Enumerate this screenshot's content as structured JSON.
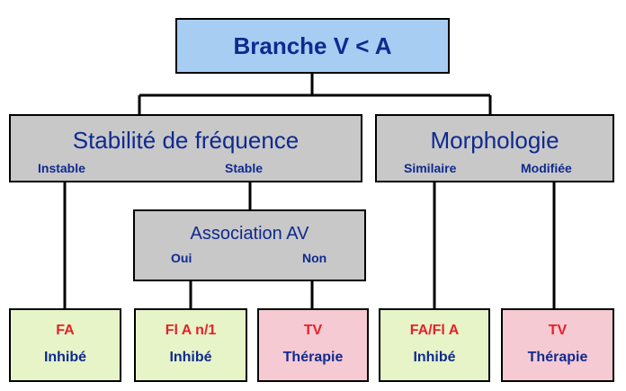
{
  "root": {
    "title": "Branche V < A"
  },
  "frequency": {
    "title": "Stabilité de fréquence",
    "left_label": "Instable",
    "right_label": "Stable"
  },
  "morphology": {
    "title": "Morphologie",
    "left_label": "Similaire",
    "right_label": "Modifiée"
  },
  "association": {
    "title": "Association AV",
    "left_label": "Oui",
    "right_label": "Non"
  },
  "leaves": [
    {
      "top": "FA",
      "bottom": "Inhibé"
    },
    {
      "top": "Fl A n/1",
      "bottom": "Inhibé"
    },
    {
      "top": "TV",
      "bottom": "Thérapie"
    },
    {
      "top": "FA/Fl A",
      "bottom": "Inhibé"
    },
    {
      "top": "TV",
      "bottom": "Thérapie"
    }
  ],
  "colors": {
    "root_fill": "#a8cdf3",
    "node_fill": "#c8c8c8",
    "inhibit_fill": "#e6f4c8",
    "therapy_fill": "#f6cad2",
    "title_text": "#0f2a8f",
    "leaf_top_text": "#e8202a"
  }
}
